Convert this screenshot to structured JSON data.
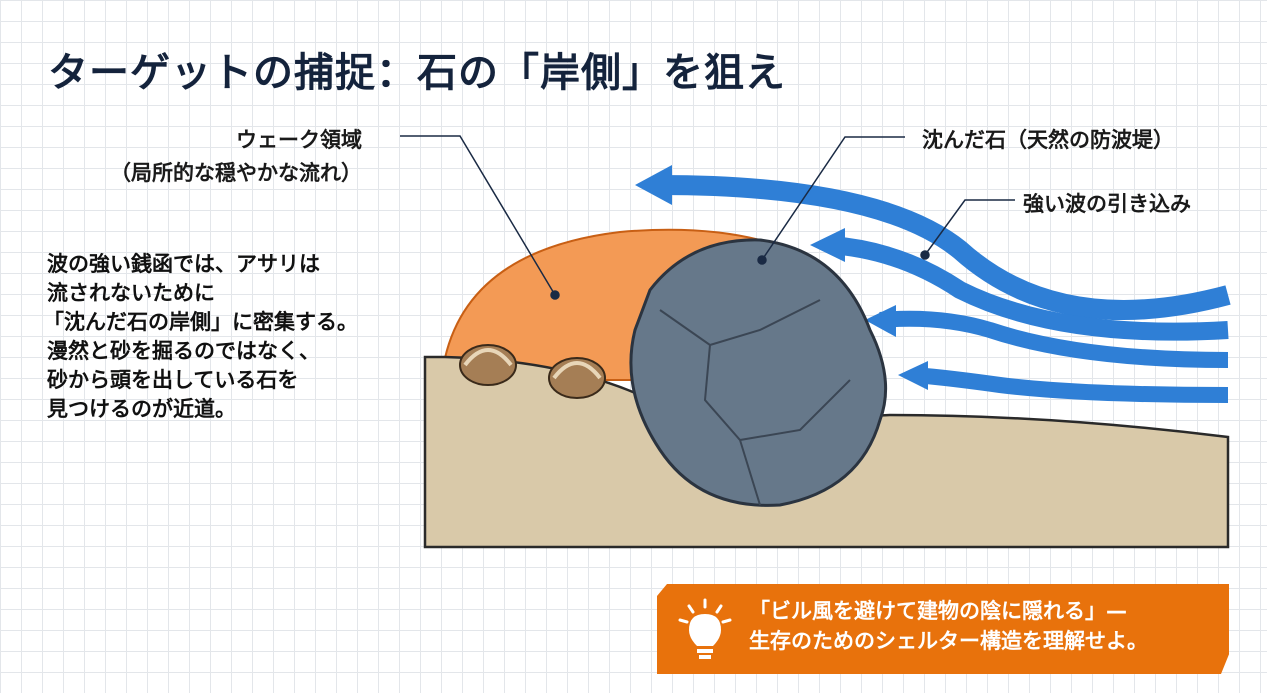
{
  "title": "ターゲットの捕捉：石の「岸側」を狙え",
  "labels": {
    "wake_line1": "ウェーク領域",
    "wake_line2": "（局所的な穏やかな流れ）",
    "rock": "沈んだ石（天然の防波堤）",
    "wave": "強い波の引き込み"
  },
  "body_lines": [
    "波の強い銭函では、アサリは",
    "流されないために",
    "「沈んだ石の岸側」に密集する。",
    "漫然と砂を掘るのではなく、",
    "砂から頭を出している石を",
    "見つけるのが近道。"
  ],
  "tip": {
    "icon": "lightbulb-icon",
    "line1": "「ビル風を避けて建物の陰に隠れる」—",
    "line2": "生存のためのシェルター構造を理解せよ。"
  },
  "colors": {
    "title": "#14233c",
    "wake": "#f39a55",
    "sand": "#d9c9a9",
    "rock": "#66788a",
    "wave": "#2f7fd6",
    "tip": "#e8720c"
  }
}
